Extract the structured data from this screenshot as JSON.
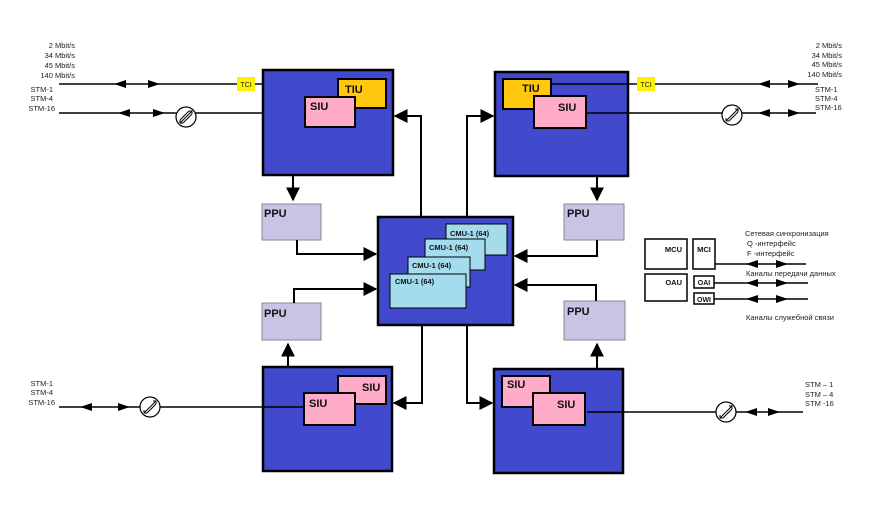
{
  "diagram": {
    "left_tributaries": {
      "rates": [
        "2  Mbit/s",
        "34  Mbit/s",
        "45  Mbit/s",
        "140  Mbit/s"
      ],
      "stm": [
        "STM-1",
        "STM-4",
        "STM-16"
      ]
    },
    "right_tributaries": {
      "rates": [
        "2  Mbit/s",
        "34  Mbit/s",
        "45  Mbit/s",
        "140  Mbit/s"
      ],
      "stm": [
        "STM-1",
        "STM-4",
        "STM-16"
      ]
    },
    "bottom_left_stm": [
      "STM-1",
      "STM-4",
      "STM-16"
    ],
    "bottom_right_stm": [
      "STM – 1",
      "STM – 4",
      "STM -16"
    ],
    "tci_label": "TCI",
    "tiu_label": "TIU",
    "siu_label": "SIU",
    "ppu_label": "PPU",
    "cmu_labels": [
      "CMU-1 (64)",
      "CMU-1 (64)",
      "CMU-1 (64)",
      "CMU-1 (64)"
    ],
    "management": {
      "mcu": "MCU",
      "mci": "MCI",
      "oau": "OAU",
      "oai": "OAI",
      "owi": "OWI",
      "sync_label": "Сетевая синхронизация",
      "q_label": "Q -интерфейс",
      "f_label": "F -интерфейс",
      "data_channels": "Каналы передачи данных",
      "service_channels": "Каналы служебной связи"
    },
    "icons": {
      "converter": "bidirectional-converter-icon",
      "arrow": "arrowhead-icon"
    },
    "colors": {
      "node_fill": "#4149cc",
      "tiu_fill": "#ffc70e",
      "siu_fill": "#ffabc9",
      "ppu_fill": "#c9c3e6",
      "cmu_fill": "#a4dced",
      "tci_fill": "#fff200"
    }
  }
}
